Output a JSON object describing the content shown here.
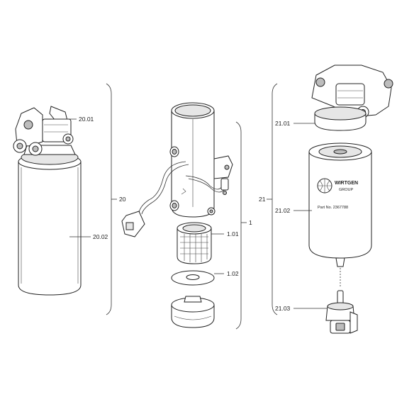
{
  "labels": {
    "l_20_01": "20.01",
    "l_20": "20",
    "l_20_02": "20.02",
    "l_1": "1",
    "l_1_01": "1.01",
    "l_1_02": "1.02",
    "l_21": "21",
    "l_21_01": "21.01",
    "l_21_02": "21.02",
    "l_21_03": "21.03"
  },
  "filter_print": {
    "brand_line1": "WIRTGEN",
    "brand_line2": "GROUP",
    "part_no": "Part No. 2367788"
  }
}
